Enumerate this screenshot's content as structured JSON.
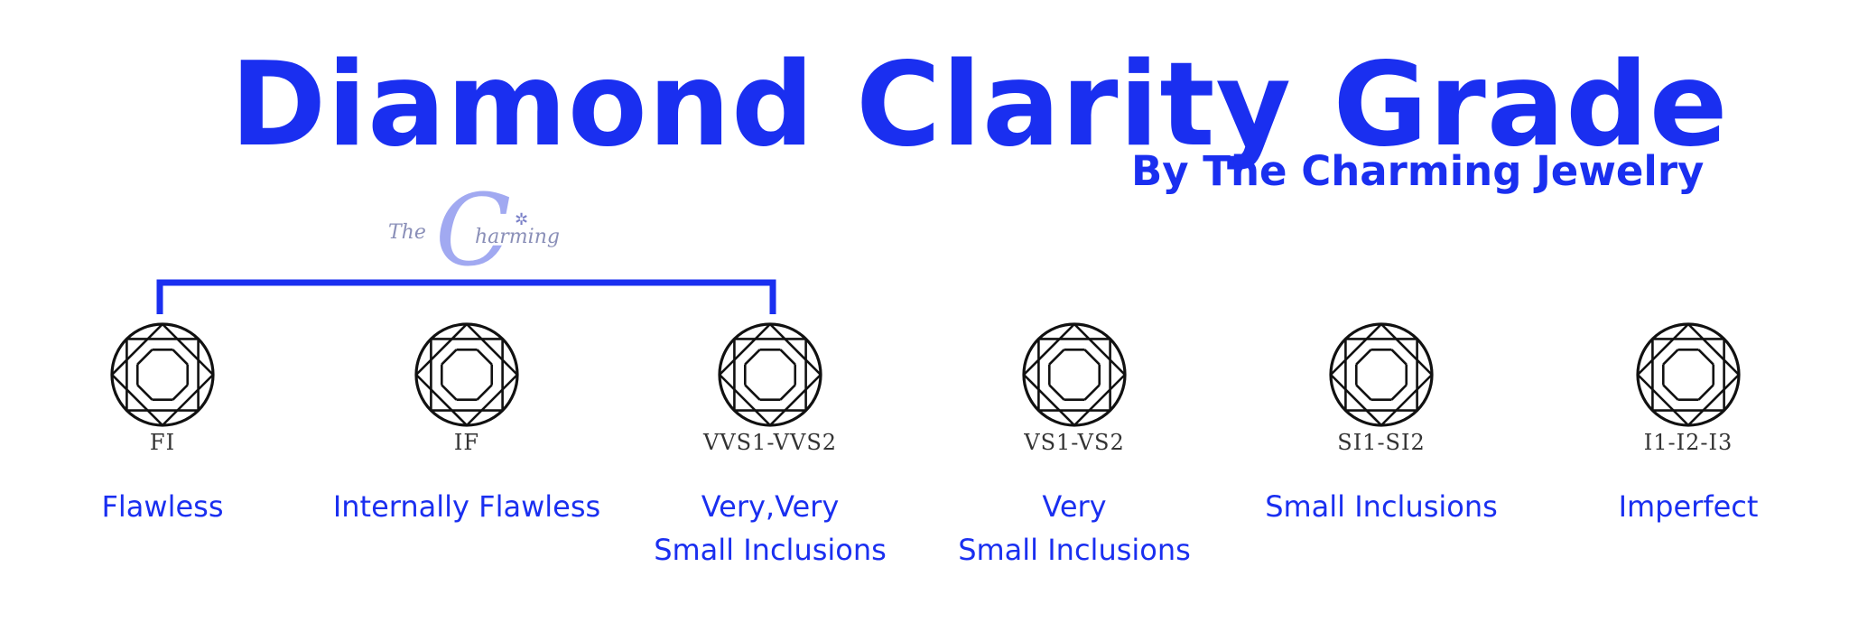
{
  "title": "Diamond Clarity Grade",
  "subtitle": "By The Charming Jewelry",
  "logo": {
    "letter": "C",
    "prefix": "The",
    "suffix": "harming",
    "star": "✲"
  },
  "colors": {
    "accent": "#1a2ff0",
    "ink": "#111111"
  },
  "grades": [
    {
      "code": "FI",
      "name": "Flawless"
    },
    {
      "code": "IF",
      "name": "Internally Flawless"
    },
    {
      "code": "VVS1-VVS2",
      "name": "Very,Very\nSmall Inclusions"
    },
    {
      "code": "VS1-VS2",
      "name": "Very\nSmall Inclusions"
    },
    {
      "code": "SI1-SI2",
      "name": "Small Inclusions"
    },
    {
      "code": "I1-I2-I3",
      "name": "Imperfect"
    }
  ]
}
